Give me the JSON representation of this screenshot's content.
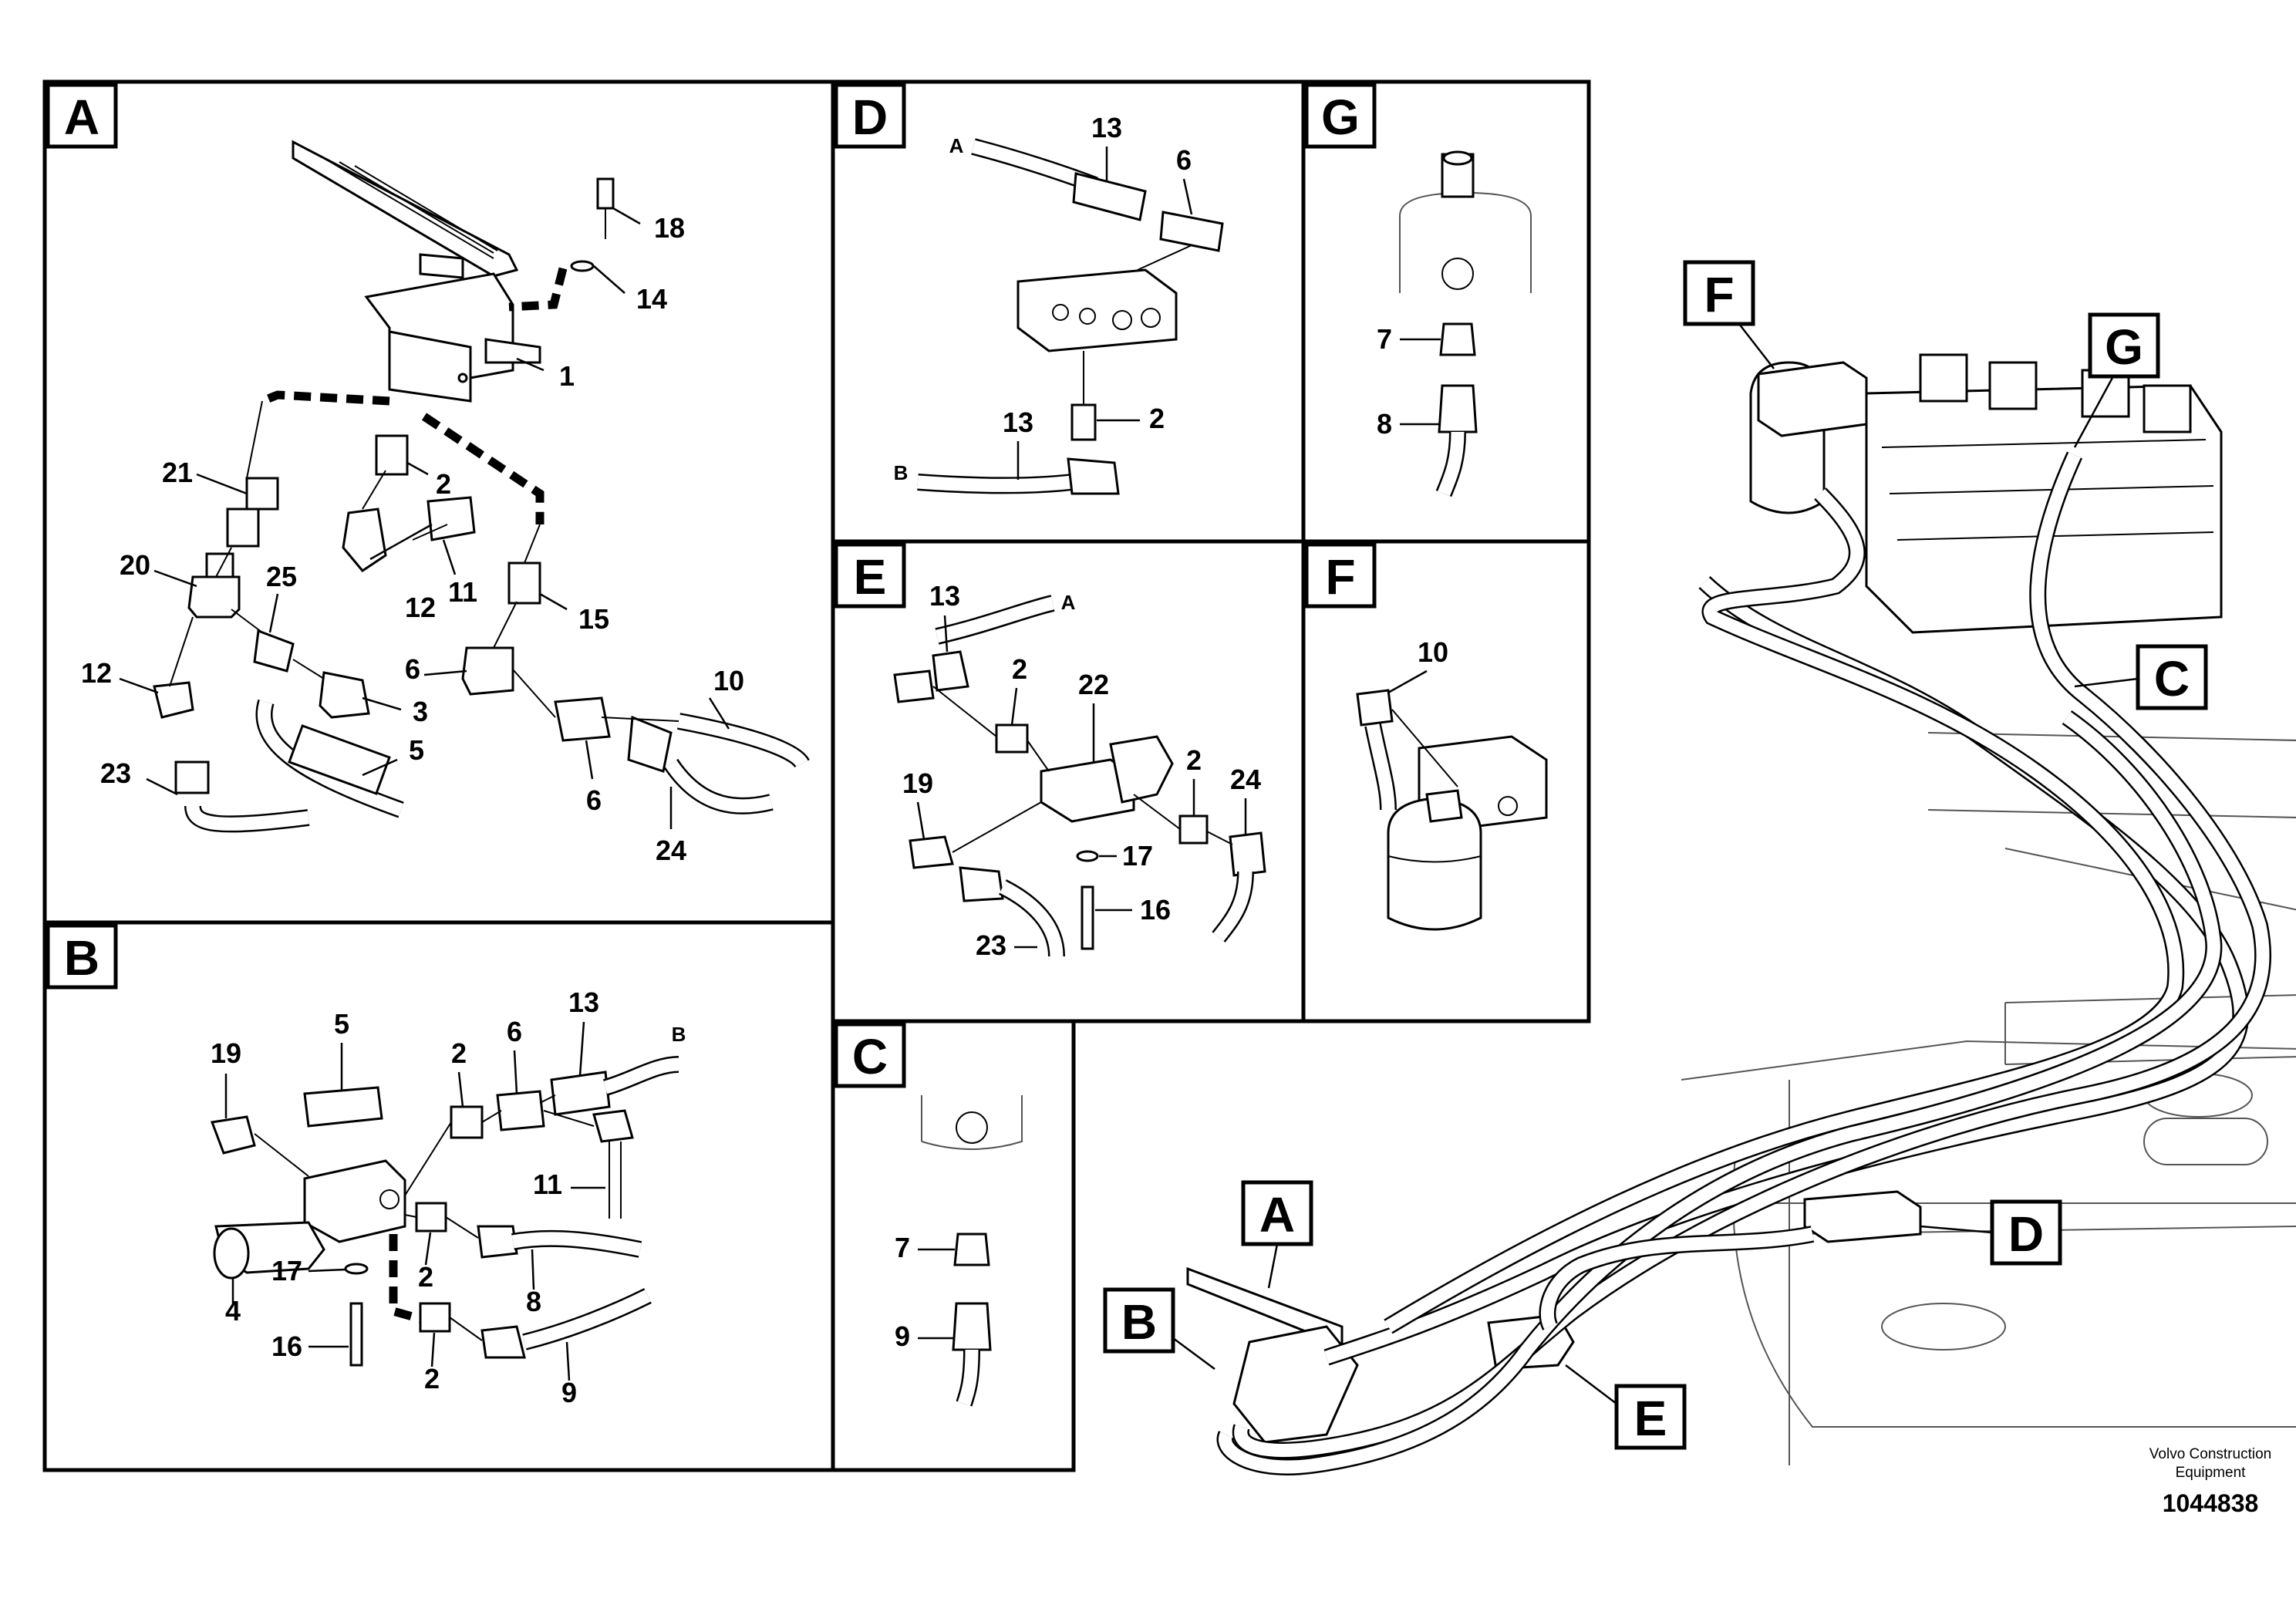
{
  "panels": {
    "A": {
      "letter": "A",
      "numbers": {
        "n1": "1",
        "n2": "2",
        "n3": "3",
        "n5": "5",
        "n6": "6",
        "n10": "10",
        "n11": "11",
        "n12a": "12",
        "n12b": "12",
        "n14": "14",
        "n15": "15",
        "n18": "18",
        "n20": "20",
        "n21": "21",
        "n23": "23",
        "n24": "24",
        "n25": "25"
      }
    },
    "B": {
      "letter": "B",
      "numbers": {
        "n19": "19",
        "n5": "5",
        "n2a": "2",
        "n6": "6",
        "n13": "13",
        "n11": "11",
        "n4": "4",
        "n17": "17",
        "n2b": "2",
        "n8": "8",
        "n16": "16",
        "n2c": "2",
        "n9": "9"
      },
      "end_label": "B"
    },
    "C": {
      "letter": "C",
      "numbers": {
        "n7": "7",
        "n9": "9"
      }
    },
    "D": {
      "letter": "D",
      "numbers": {
        "n13a": "13",
        "n6": "6",
        "n13b": "13",
        "n2": "2"
      },
      "end_a": "A",
      "end_b": "B"
    },
    "E": {
      "letter": "E",
      "numbers": {
        "n13": "13",
        "n2a": "2",
        "n22": "22",
        "n2b": "2",
        "n24": "24",
        "n19": "19",
        "n17": "17",
        "n16": "16",
        "n23": "23"
      },
      "end_label": "A"
    },
    "F": {
      "letter": "F",
      "numbers": {
        "n10": "10"
      }
    },
    "G": {
      "letter": "G",
      "numbers": {
        "n7": "7",
        "n8": "8"
      }
    }
  },
  "overview_tags": {
    "A": "A",
    "B": "B",
    "C": "C",
    "D": "D",
    "E": "E",
    "F": "F",
    "G": "G"
  },
  "footer": {
    "maker_line1": "Volvo Construction",
    "maker_line2": "Equipment",
    "drawing_number": "1044838"
  }
}
